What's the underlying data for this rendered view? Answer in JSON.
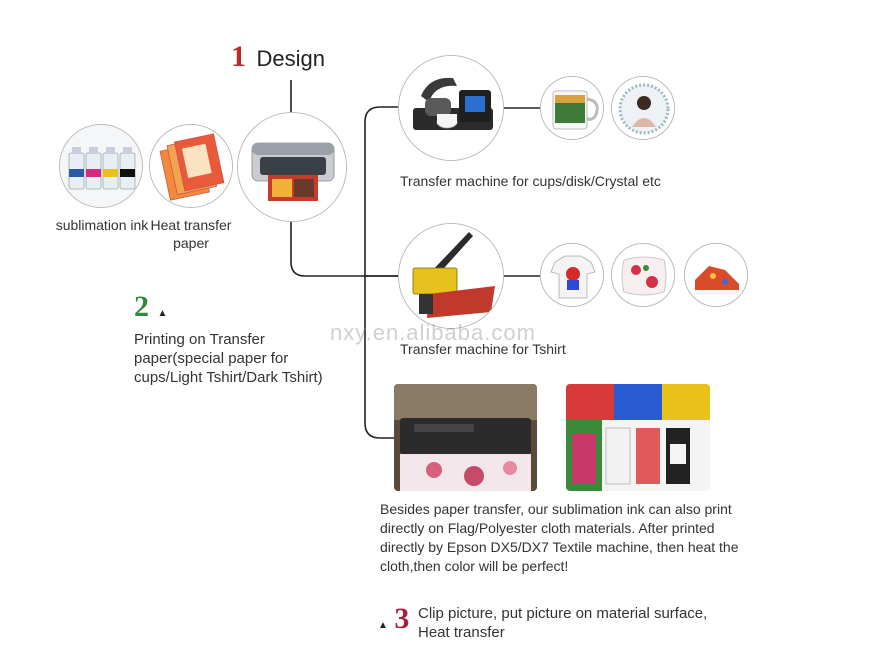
{
  "step1": {
    "number": "1",
    "label": "Design"
  },
  "step2": {
    "number": "2",
    "label": "Printing on Transfer paper(special paper for cups/Light Tshirt/Dark Tshirt)"
  },
  "step3": {
    "number": "3",
    "label": "Clip picture, put picture on material surface, Heat transfer"
  },
  "supplies": {
    "ink_label": "sublimation ink",
    "paper_label": "Heat transfer paper"
  },
  "cup_machine": {
    "label": "Transfer machine for cups/disk/Crystal etc"
  },
  "tshirt_machine": {
    "label": "Transfer machine for Tshirt"
  },
  "direct_print": {
    "description": "Besides paper transfer, our sublimation ink can also print directly on Flag/Polyester cloth materials. After printed directly by Epson DX5/DX7 Textile machine, then heat the cloth,then color will be perfect!"
  },
  "watermark": "nxy.en.alibaba.com",
  "colors": {
    "step1": "#c0282c",
    "step2": "#2e8b3e",
    "step3": "#a4213b",
    "line": "#222222",
    "circle_border": "#b9b9b9"
  }
}
